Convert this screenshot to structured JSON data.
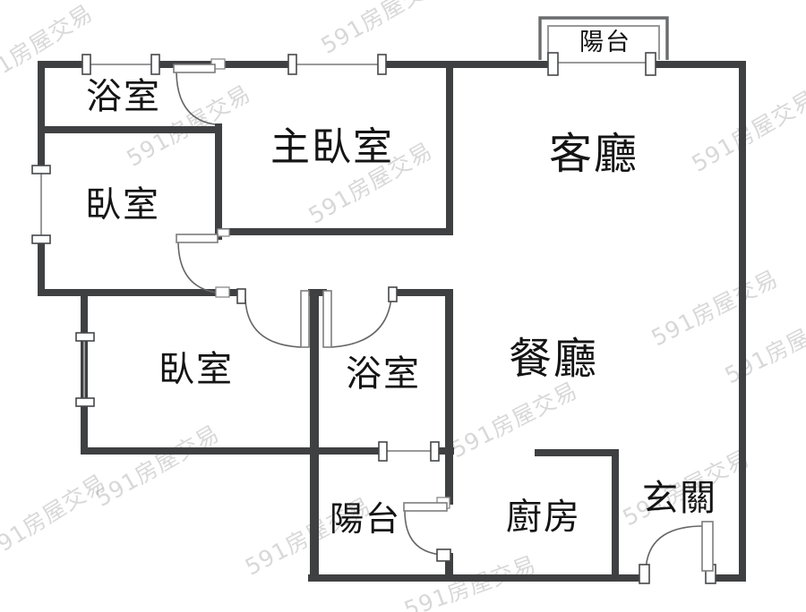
{
  "plan": {
    "rooms": {
      "bathroom_top": {
        "label": "浴室"
      },
      "master_bedroom": {
        "label": "主臥室"
      },
      "living_room": {
        "label": "客廳"
      },
      "balcony_top": {
        "label": "陽台"
      },
      "bedroom_upper": {
        "label": "臥室"
      },
      "bedroom_lower": {
        "label": "臥室"
      },
      "bathroom_lower": {
        "label": "浴室"
      },
      "dining_room": {
        "label": "餐廳"
      },
      "balcony_bottom": {
        "label": "陽台"
      },
      "kitchen": {
        "label": "廚房"
      },
      "entryway": {
        "label": "玄關"
      }
    },
    "watermark": {
      "text": "591房屋交易"
    },
    "colors": {
      "wall": "#3f4042",
      "winline": "#9a9a9a",
      "door": "#666666",
      "label": "#141414",
      "background": "#ffffff",
      "watermark": "rgba(135,135,135,0.32)"
    }
  }
}
